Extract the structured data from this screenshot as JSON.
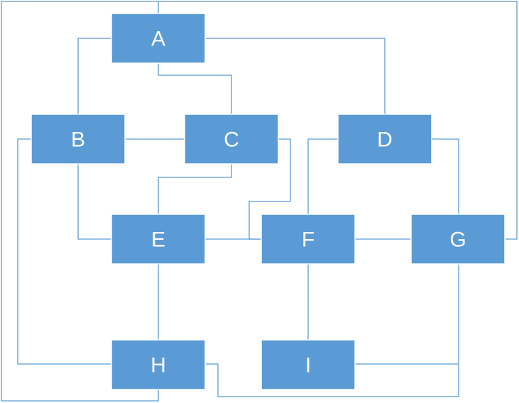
{
  "diagram": {
    "colors": {
      "node_fill": "#5B9BD5",
      "node_text": "#FFFFFF",
      "edge": "#5B9BD5",
      "background": "#FFFFFF"
    },
    "nodes": {
      "A": "A",
      "B": "B",
      "C": "C",
      "D": "D",
      "E": "E",
      "F": "F",
      "G": "G",
      "H": "H",
      "I": "I"
    },
    "edges": [
      [
        "A",
        "B"
      ],
      [
        "A",
        "C"
      ],
      [
        "A",
        "D"
      ],
      [
        "A",
        "G"
      ],
      [
        "B",
        "C"
      ],
      [
        "B",
        "E"
      ],
      [
        "B",
        "H"
      ],
      [
        "C",
        "E"
      ],
      [
        "C",
        "F"
      ],
      [
        "D",
        "F"
      ],
      [
        "D",
        "G"
      ],
      [
        "E",
        "F"
      ],
      [
        "E",
        "H"
      ],
      [
        "F",
        "G"
      ],
      [
        "F",
        "I"
      ],
      [
        "G",
        "I"
      ],
      [
        "G",
        "H"
      ],
      [
        "H",
        "A"
      ]
    ]
  }
}
